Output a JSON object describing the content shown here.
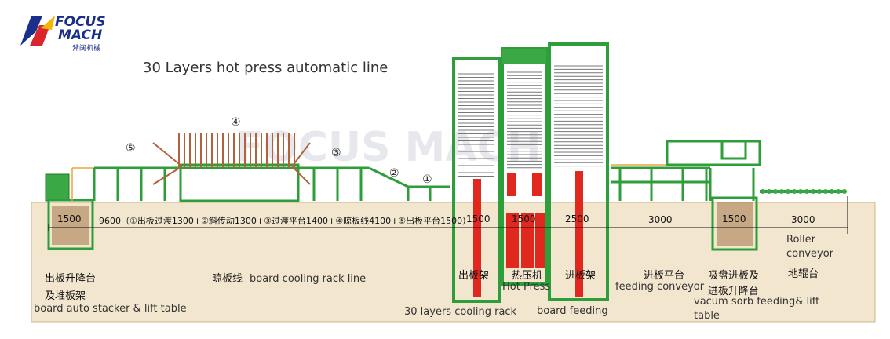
{
  "logo": {
    "line1": "FOCUS",
    "line2": "MACH",
    "cn": "斧阔机械",
    "colors": {
      "blue": "#1a2f8a",
      "red": "#d8262c",
      "yellow": "#f2b705"
    }
  },
  "watermark": "FOCUS MACH",
  "title": "30 Layers hot press automatic line",
  "stage_numbers": [
    "①",
    "②",
    "③",
    "④",
    "⑤"
  ],
  "dimensions": {
    "stacker": "1500",
    "cooling_line": "9600（①出板过渡1300+②斜传动1300+③过渡平台1400+④晾板线4100+⑤出板平台1500）",
    "cooling_rack": "1500",
    "hot_press": "1500",
    "feeding_rack": "2500",
    "feeding_conveyor": "3000",
    "vacuum": "1500",
    "roller": "3000"
  },
  "labels": {
    "stacker_cn_1": "出板升降台",
    "stacker_cn_2": "及堆板架",
    "stacker_en": "board auto stacker & lift table",
    "cooling_line_cn": "晾板线",
    "cooling_line_en": "board cooling rack line",
    "cooling_rack_cn": "出板架",
    "cooling_rack_en": "30 layers cooling rack",
    "hot_press_cn": "热压机",
    "hot_press_en": "Hot Press",
    "feeding_rack_cn": "进板架",
    "feeding_rack_en": "board feeding",
    "feeding_conveyor_cn": "进板平台",
    "feeding_conveyor_en": "feeding conveyor",
    "vacuum_cn_1": "吸盘进板及",
    "vacuum_cn_2": "进板升降台",
    "vacuum_en_1": "vacum sorb feeding& lift",
    "vacuum_en_2": "table",
    "roller_en_1": "Roller",
    "roller_en_2": "conveyor",
    "roller_cn": "地辊台"
  },
  "colors": {
    "frame_green": "#2e9e3a",
    "frame_dark": "#1f7a2a",
    "rail_orange": "#e8a33a",
    "press_red": "#e0281f",
    "pit_fill": "#f3e6cf",
    "slat_brown": "#b0633a"
  }
}
